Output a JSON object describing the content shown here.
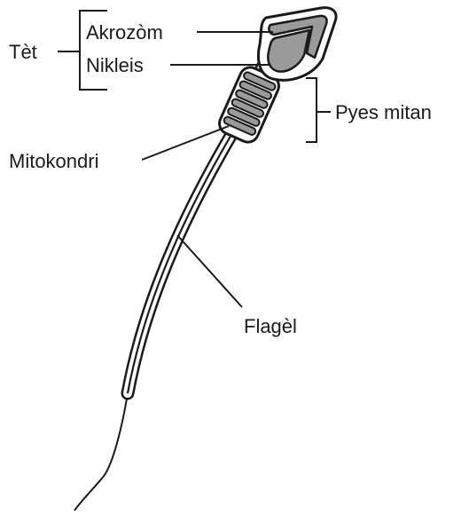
{
  "labels": {
    "head": "Tèt",
    "acrosome": "Akrozòm",
    "nucleus": "Nikleis",
    "midpiece": "Pyes mitan",
    "mitochondria": "Mitokondri",
    "flagellum": "Flagèl"
  },
  "colors": {
    "ink": "#1a1a1a",
    "fill_gray": "#9a9a9a",
    "background": "#ffffff"
  }
}
